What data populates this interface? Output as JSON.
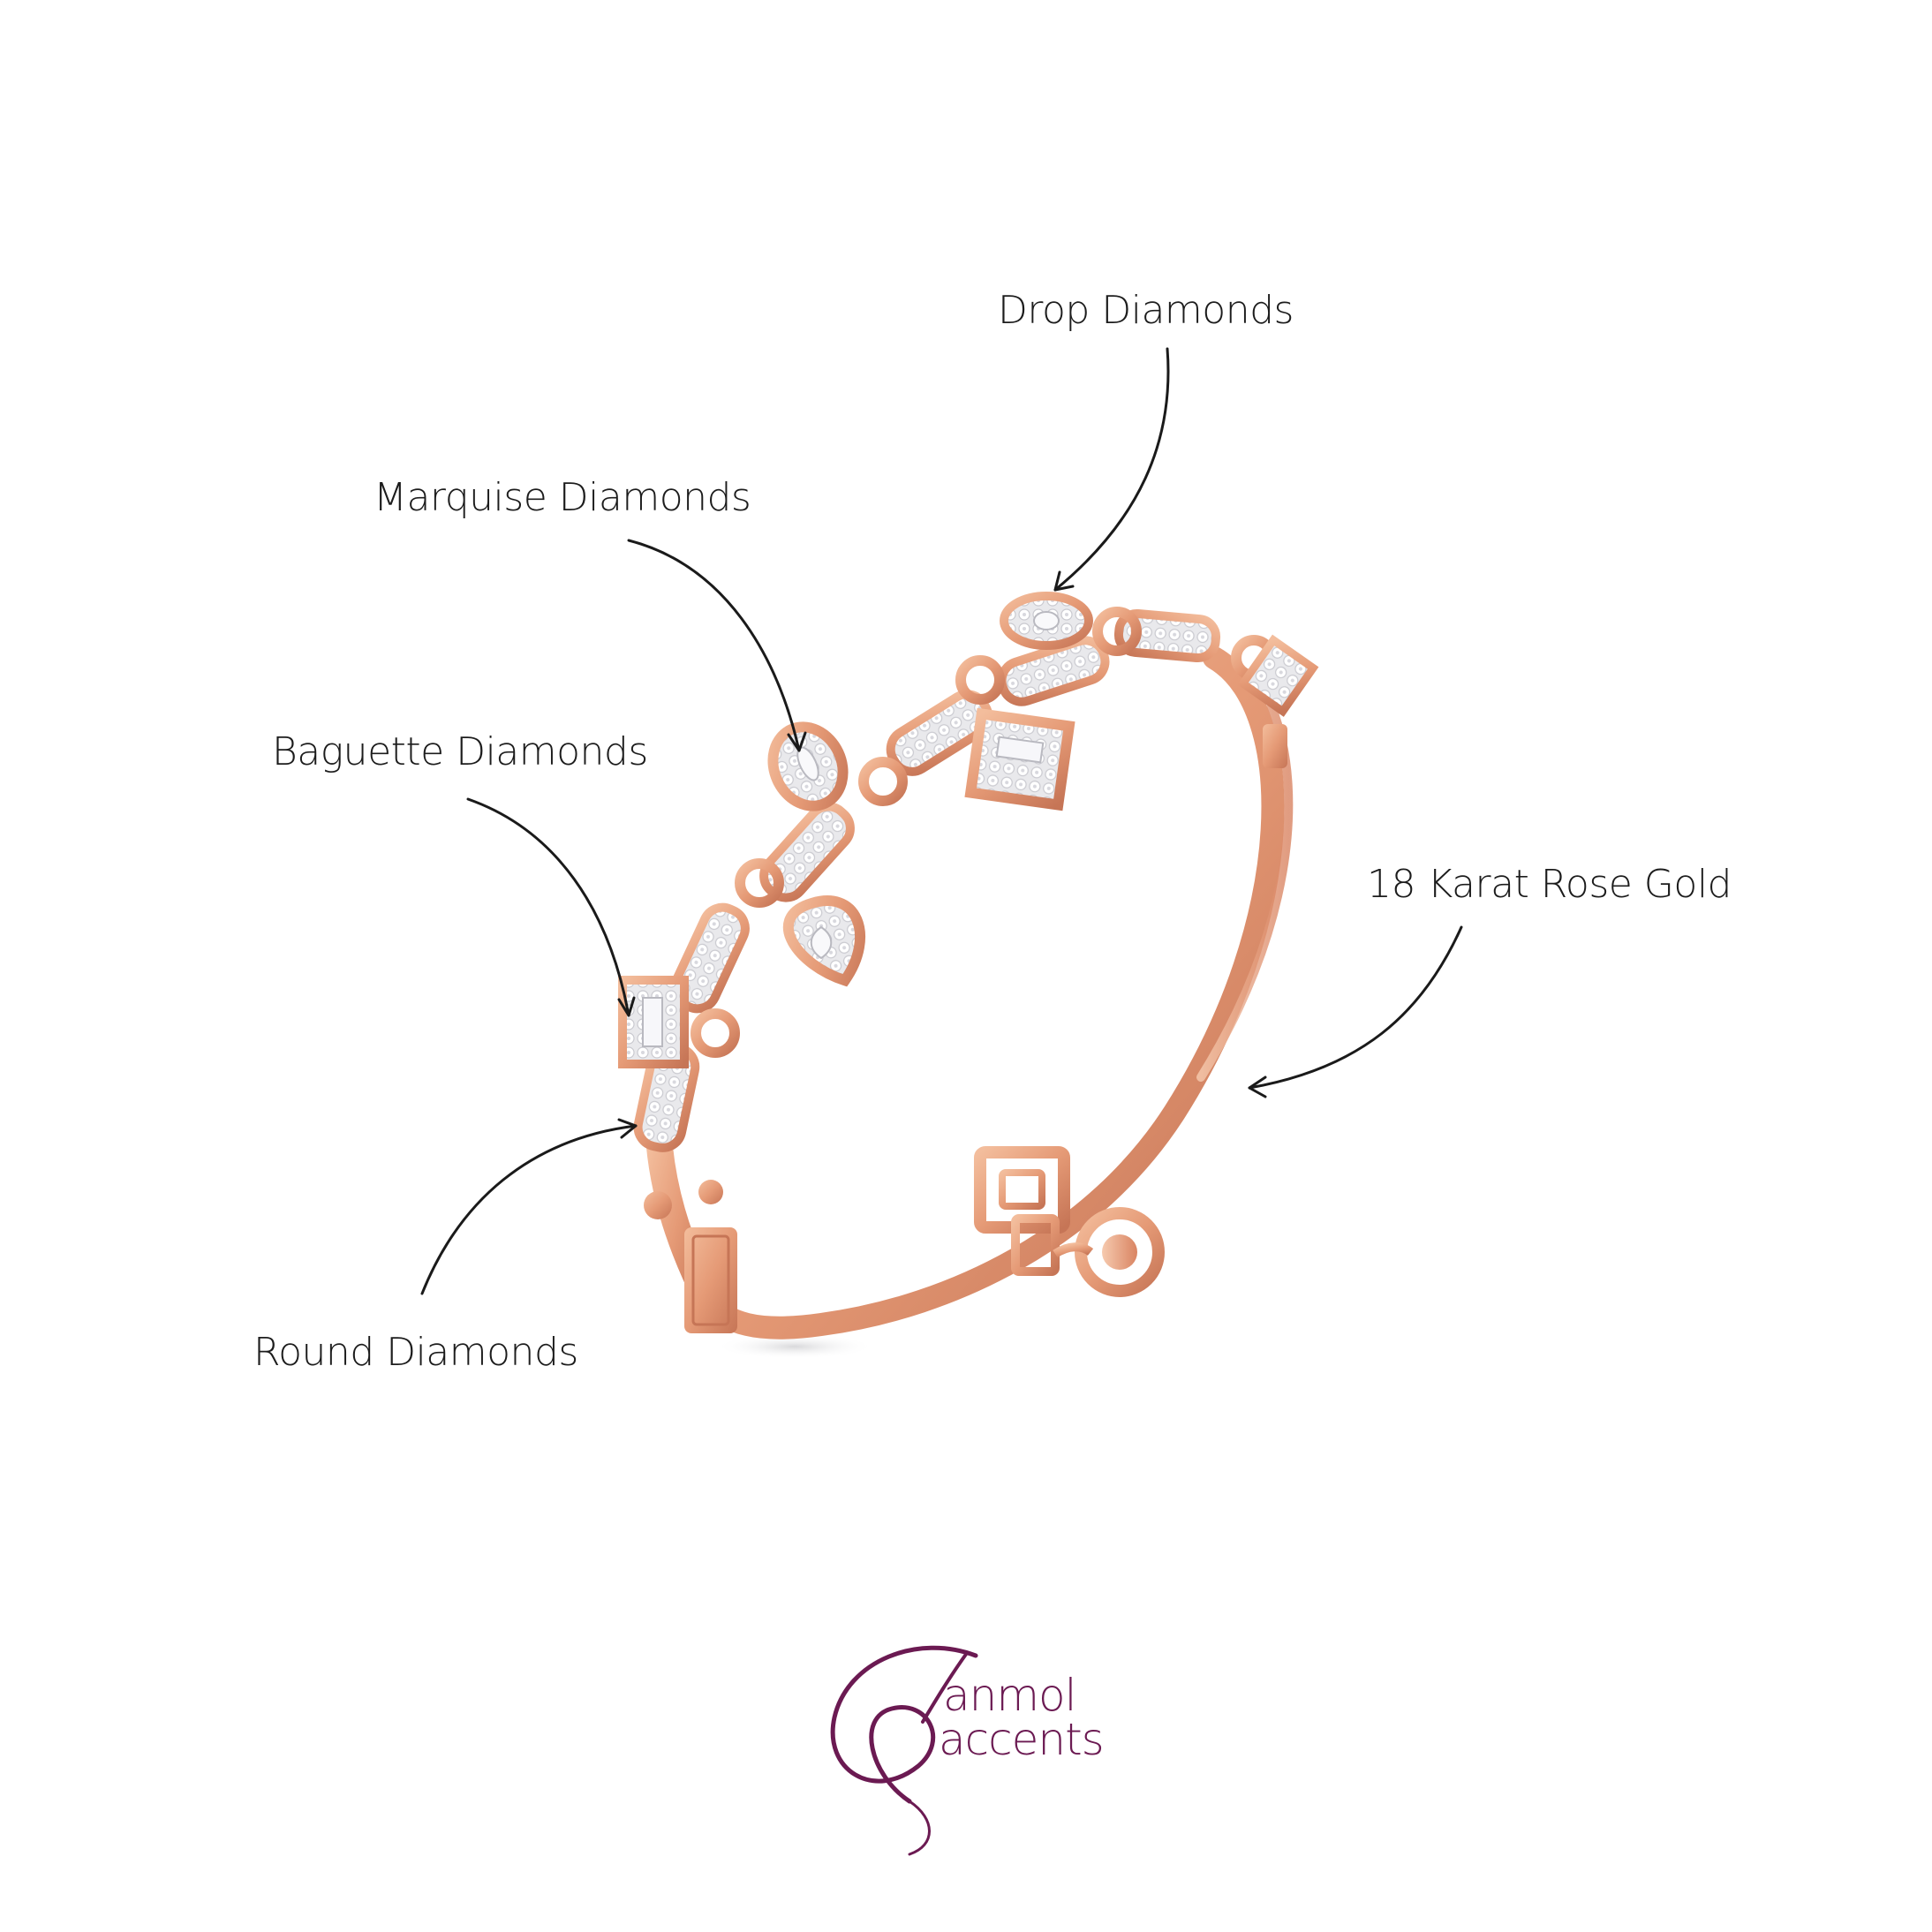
{
  "labels": {
    "drop": "Drop Diamonds",
    "marquise": "Marquise Diamonds",
    "baguette": "Baguette Diamonds",
    "rose_gold": "18 Karat Rose Gold",
    "round": "Round Diamonds"
  },
  "brand": {
    "line1": "anmol",
    "line2": "accents",
    "color": "#6b1a52"
  },
  "colors": {
    "rose_gold": "#e8a27f",
    "rose_gold_dark": "#c9795a",
    "diamond": "#f4f4f6",
    "arrow": "#1a1a1a"
  }
}
